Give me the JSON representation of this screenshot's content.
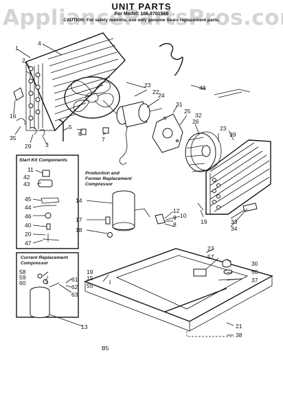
{
  "header": {
    "title": "UNIT PARTS",
    "model_line": "For Model: 106.8701588",
    "caution": "CAUTION: For safety reasons, use only genuine Sears replacement parts."
  },
  "watermark": "AppliancePartsPros.com",
  "boxes": {
    "start_kit": "Start Kit Components",
    "production": "Production and Former Replacement Compressor",
    "current": "Current Replacement Compressor"
  },
  "footer_code": "B5",
  "callouts": [
    "1",
    "2",
    "3",
    "4",
    "5",
    "6",
    "7",
    "8",
    "9",
    "10",
    "11",
    "12",
    "13",
    "14",
    "15",
    "16",
    "17",
    "18",
    "19",
    "19",
    "20",
    "21",
    "22",
    "23",
    "23",
    "24",
    "25",
    "26",
    "27",
    "29",
    "30",
    "31",
    "32",
    "33",
    "34",
    "35",
    "37",
    "38",
    "39",
    "40",
    "42",
    "43",
    "44",
    "45",
    "46",
    "47",
    "48",
    "55",
    "56",
    "57",
    "58",
    "59",
    "60",
    "61",
    "62",
    "63"
  ]
}
